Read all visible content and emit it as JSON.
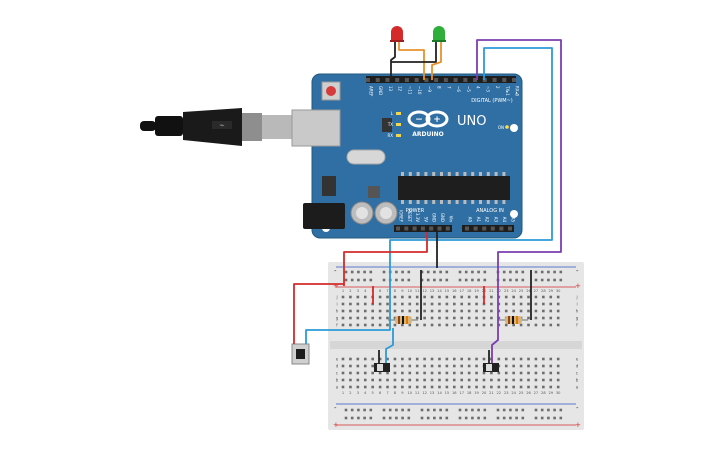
{
  "board": {
    "logo_text": "ARDUINO",
    "model": "UNO",
    "digital_header": "DIGITAL (PWM~)",
    "power_header": "POWER",
    "analog_header": "ANALOG IN",
    "on_label": "ON",
    "led_labels": [
      "L",
      "TX",
      "RX"
    ],
    "digital_pins": [
      "AREF",
      "GND",
      "13",
      "12",
      "~11",
      "~10",
      "~9",
      "8",
      "7",
      "~6",
      "~5",
      "4",
      "~3",
      "2",
      "TX▸1",
      "RX◂0"
    ],
    "power_pins": [
      "IOREF",
      "RESET",
      "3.3V",
      "5V",
      "GND",
      "GND",
      "Vin"
    ],
    "analog_pins": [
      "A0",
      "A1",
      "A2",
      "A3",
      "A4",
      "A5"
    ]
  },
  "breadboard": {
    "row_letters_top": [
      "j",
      "i",
      "h",
      "g",
      "f"
    ],
    "row_letters_bottom": [
      "e",
      "d",
      "c",
      "b",
      "a"
    ],
    "column_numbers": [
      "1",
      "2",
      "3",
      "4",
      "5",
      "6",
      "7",
      "8",
      "9",
      "10",
      "11",
      "12",
      "13",
      "14",
      "15",
      "16",
      "17",
      "18",
      "19",
      "20",
      "21",
      "22",
      "23",
      "24",
      "25",
      "26",
      "27",
      "28",
      "29",
      "30"
    ],
    "rail_minus": "-",
    "rail_plus": "+"
  },
  "colors": {
    "board": "#2f6fa3",
    "board_edge": "#24587f",
    "breadboard": "#e6e6e6",
    "rail_red": "#d22b2b",
    "rail_blue": "#2b55c8",
    "wire_red": "#d42a2a",
    "wire_black": "#222222",
    "wire_blue": "#2b9bd6",
    "wire_purple": "#7a3fb0",
    "wire_orange": "#e8922a",
    "led_red": "#d42a2a",
    "led_green": "#2fae3c"
  }
}
